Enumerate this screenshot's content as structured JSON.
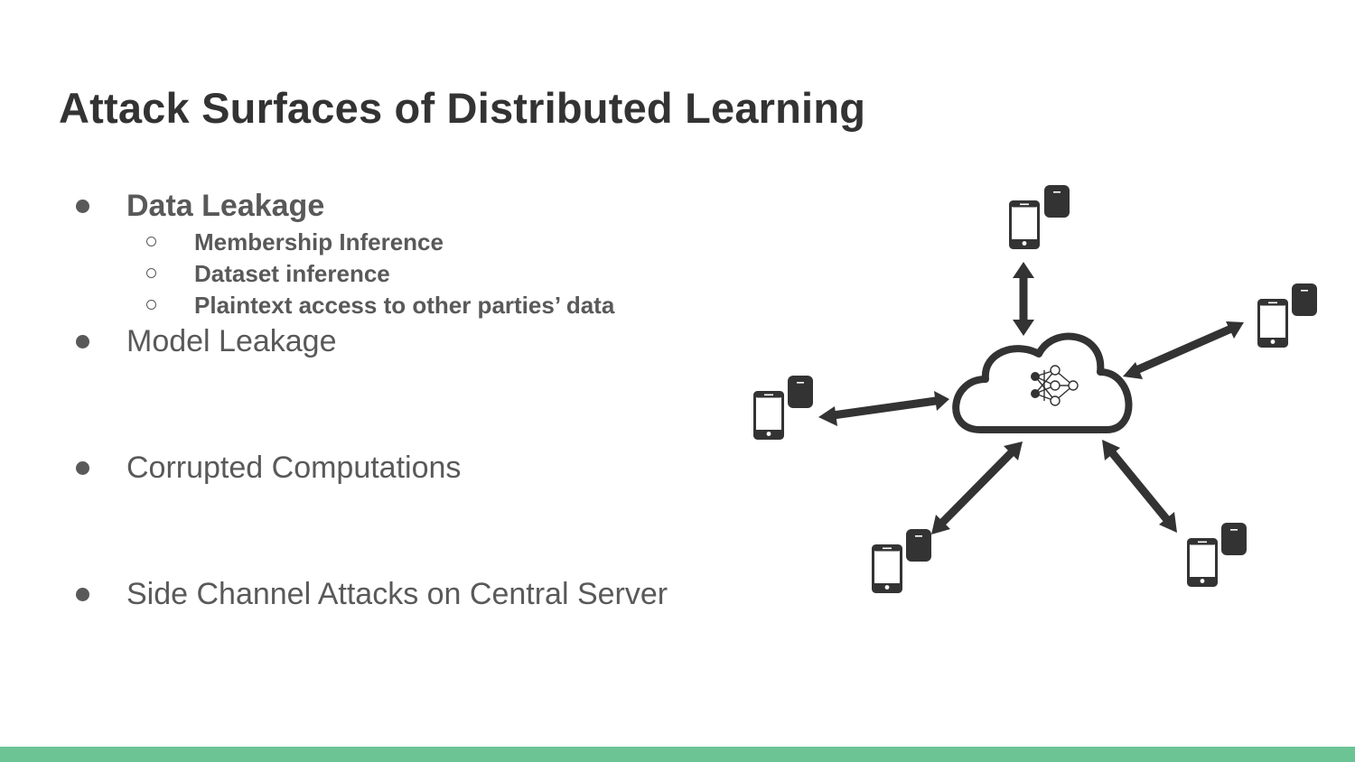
{
  "slide": {
    "title": "Attack Surfaces of Distributed Learning"
  },
  "bullets": [
    {
      "label": "Data Leakage",
      "sub": [
        "Membership Inference",
        "Dataset inference",
        "Plaintext access to other parties’ data"
      ]
    },
    {
      "label": "Model Leakage"
    },
    {
      "label": "Corrupted Computations"
    },
    {
      "label": "Side Channel Attacks on Central Server"
    }
  ],
  "diagram": {
    "center_icon": "cloud-neural-network-icon",
    "node_icons": [
      "smartphone-icon",
      "database-icon"
    ],
    "arrow_icon": "double-headed-arrow-icon"
  },
  "colors": {
    "title": "#333333",
    "text": "#595959",
    "icon": "#333333",
    "footer_bar": "#6cc495",
    "background": "#ffffff"
  }
}
